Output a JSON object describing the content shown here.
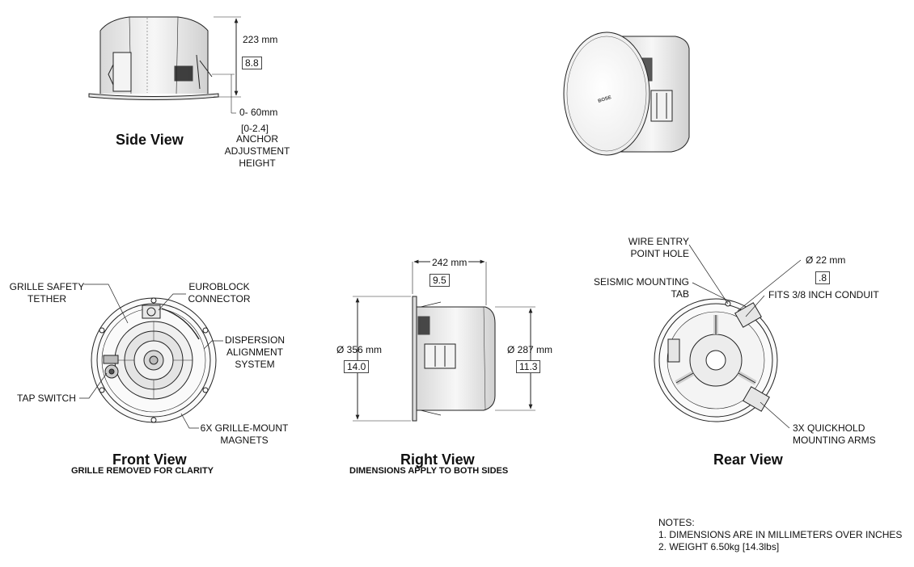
{
  "side_view": {
    "title": "Side View",
    "height_mm": "223 mm",
    "height_in": "8.8",
    "anchor_mm": "0- 60mm",
    "anchor_in": "[0-2.4]",
    "anchor_label": "ANCHOR\nADJUSTMENT\nHEIGHT"
  },
  "front_view": {
    "title": "Front View",
    "subtitle": "GRILLE REMOVED FOR CLARITY",
    "callouts": {
      "tether": "GRILLE SAFETY\nTETHER",
      "euroblock": "EUROBLOCK\nCONNECTOR",
      "dispersion": "DISPERSION\nALIGNMENT\nSYSTEM",
      "tap_switch": "TAP SWITCH",
      "magnets": "6X GRILLE-MOUNT\nMAGNETS"
    }
  },
  "right_view": {
    "title": "Right View",
    "subtitle": "DIMENSIONS APPLY TO BOTH SIDES",
    "depth_mm": "242 mm",
    "depth_in": "9.5",
    "outer_dia_mm": "Ø 356 mm",
    "outer_dia_in": "14.0",
    "cutout_dia_mm": "Ø 287 mm",
    "cutout_dia_in": "11.3"
  },
  "rear_view": {
    "title": "Rear View",
    "callouts": {
      "wire_entry": "WIRE ENTRY\nPOINT HOLE",
      "seismic": "SEISMIC MOUNTING\nTAB",
      "conduit_mm": "Ø 22 mm",
      "conduit_in": ".8",
      "conduit_note": "FITS 3/8 INCH CONDUIT",
      "quickhold": "3X QUICKHOLD\nMOUNTING ARMS"
    }
  },
  "logo_text": "BOSE",
  "notes": {
    "heading": "NOTES:",
    "items": [
      "1. DIMENSIONS ARE IN MILLIMETERS OVER INCHES",
      "2. WEIGHT 6.50kg [14.3lbs]"
    ]
  }
}
